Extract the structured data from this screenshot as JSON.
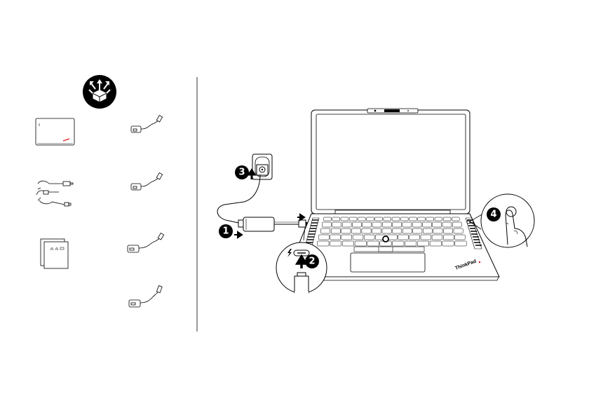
{
  "steps": [
    {
      "number": "1",
      "description": "Connect power cord to ac power adapter"
    },
    {
      "number": "2",
      "description": "Connect adapter to USB-C power connector"
    },
    {
      "number": "3",
      "description": "Plug into electrical outlet"
    },
    {
      "number": "4",
      "description": "Press power button"
    }
  ],
  "laptop_brand": "ThinkPad",
  "package_contents": [
    {
      "name": "laptop-sleeve",
      "icon": "sleeve-icon"
    },
    {
      "name": "power-adapter-cables",
      "icon": "cable-icon"
    },
    {
      "name": "documentation",
      "icon": "document-icon"
    },
    {
      "name": "usb-c-ethernet-adapter",
      "icon": "dongle-icon"
    },
    {
      "name": "usb-c-hdmi-adapter",
      "icon": "dongle-icon"
    },
    {
      "name": "usb-c-vga-adapter",
      "icon": "dongle-icon"
    },
    {
      "name": "usb-a-adapter",
      "icon": "dongle-icon"
    }
  ],
  "colors": {
    "ink": "#000000",
    "paper": "#ffffff",
    "shade": "#dcdcdc"
  }
}
